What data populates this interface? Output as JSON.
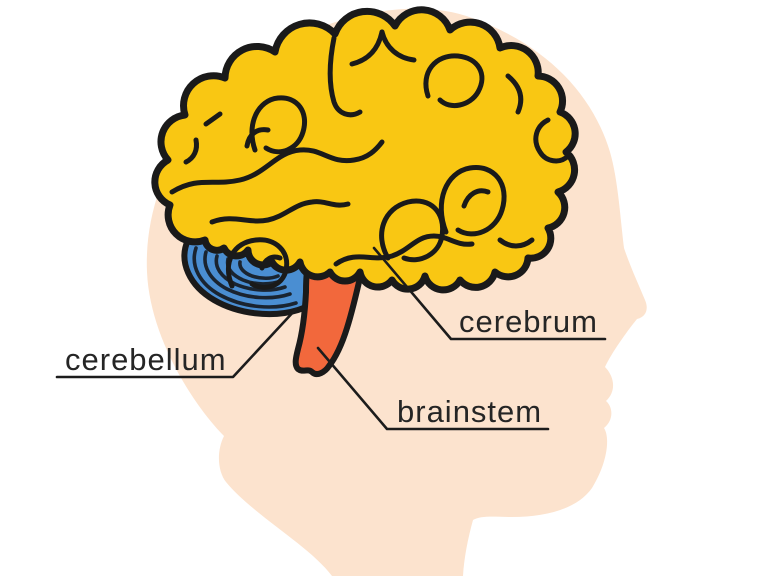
{
  "diagram": {
    "background": "#FFFFFF",
    "head_color": "#FCE3CE",
    "outline_color": "#1A1A1A",
    "regions": {
      "cerebrum": {
        "label": "cerebrum",
        "color": "#F9C713"
      },
      "cerebellum": {
        "label": "cerebellum",
        "color": "#4A8ED2"
      },
      "brainstem": {
        "label": "brainstem",
        "color": "#F2683C"
      }
    }
  }
}
